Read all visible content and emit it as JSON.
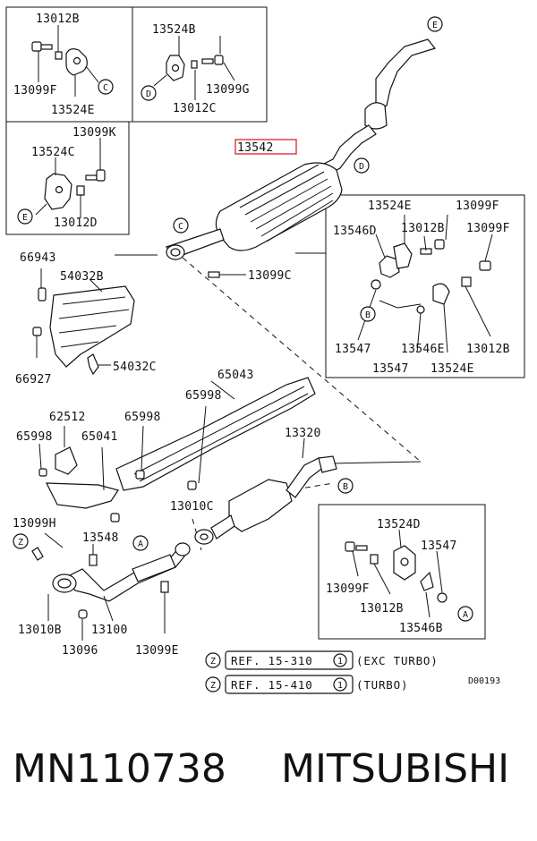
{
  "figure_code": "D00193",
  "highlighted_part": "13542",
  "part_labels": {
    "p13012B_a": "13012B",
    "p13099F_a": "13099F",
    "p13524E_a": "13524E",
    "p13524B": "13524B",
    "p13099G": "13099G",
    "p13012C": "13012C",
    "p13099K": "13099K",
    "p13524C": "13524C",
    "p13012D": "13012D",
    "p13542": "13542",
    "p13099C": "13099C",
    "p66943": "66943",
    "p54032B": "54032B",
    "p54032C": "54032C",
    "p66927": "66927",
    "p13524E_b": "13524E",
    "p13099F_b": "13099F",
    "p13546D": "13546D",
    "p13012B_b": "13012B",
    "p13099F_c": "13099F",
    "p13547_a": "13547",
    "p13546E": "13546E",
    "p13012B_c": "13012B",
    "p13547_b": "13547",
    "p13524E_c": "13524E",
    "p65043": "65043",
    "p65998_a": "65998",
    "p62512": "62512",
    "p65998_b": "65998",
    "p65998_c": "65998",
    "p65041": "65041",
    "p13320": "13320",
    "p13010C": "13010C",
    "p13099H": "13099H",
    "p13548": "13548",
    "p13010B": "13010B",
    "p13100": "13100",
    "p13096": "13096",
    "p13099E": "13099E",
    "p13524D": "13524D",
    "p13547_c": "13547",
    "p13099F_d": "13099F",
    "p13012B_d": "13012B",
    "p13546B": "13546B"
  },
  "callouts": {
    "A": "A",
    "B": "B",
    "C": "C",
    "D": "D",
    "E": "E",
    "Z": "Z"
  },
  "references": [
    {
      "marker": "Z",
      "ref": "REF. 15-310",
      "num": "1",
      "note": "(EXC TURBO)"
    },
    {
      "marker": "Z",
      "ref": "REF. 15-410",
      "num": "1",
      "note": "(TURBO)"
    }
  ],
  "footer": {
    "part_number": "MN110738",
    "brand": "MITSUBISHI"
  },
  "colors": {
    "line": "#111111",
    "highlight_box": "#e0303a",
    "background": "#ffffff"
  }
}
